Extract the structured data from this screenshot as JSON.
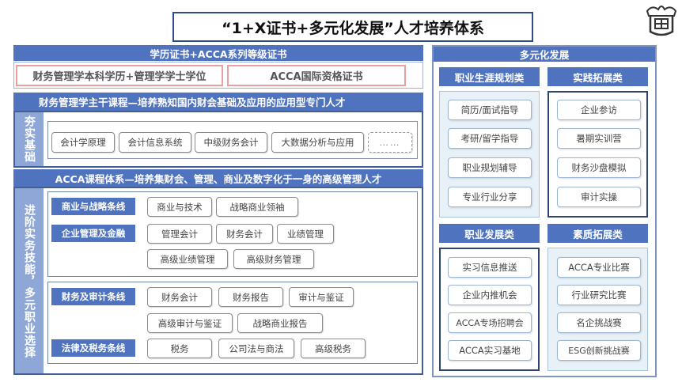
{
  "title": "“1+X证书+多元化发展”人才培养体系",
  "left": {
    "cert_bar": "学历证书+ACCA系列等级证书",
    "cert_items": [
      "财务管理学本科学历+管理学学士学位",
      "ACCA国际资格证书"
    ],
    "main_course_bar": "财务管理学主干课程—培养熟知国内财会基础及应用的应用型专门人才",
    "foundation_label": "夯实基础",
    "foundation_courses": [
      "会计学原理",
      "会计信息系统",
      "中级财务会计",
      "大数据分析与应用",
      "……"
    ],
    "acca_bar": "ACCA课程体系—培养集财会、管理、商业及数字化于一身的高级管理人才",
    "advanced_label": "进阶实务技能，多元职业选择",
    "tracks": [
      {
        "name": "商业与战略条线",
        "courses": [
          "商业与技术",
          "战略商业领袖"
        ]
      },
      {
        "name": "企业管理及金融",
        "courses": [
          "管理会计",
          "财务会计",
          "业绩管理",
          "高级业绩管理",
          "高级财务管理"
        ]
      },
      {
        "name": "财务及审计条线",
        "courses": [
          "财务会计",
          "财务报告",
          "审计与鉴证",
          "高级审计与鉴证",
          "战略商业报告"
        ]
      },
      {
        "name": "法律及税务条线",
        "courses": [
          "税务",
          "公司法与商法",
          "高级税务"
        ]
      }
    ]
  },
  "right": {
    "header": "多元化发展",
    "groups": [
      {
        "title": "职业生涯规划类",
        "items": [
          "简历/面试指导",
          "考研/留学指导",
          "职业规划辅导",
          "专业行业分享"
        ]
      },
      {
        "title": "实践拓展类",
        "items": [
          "企业参访",
          "暑期实训营",
          "财务沙盘模拟",
          "审计实操"
        ]
      },
      {
        "title": "职业发展类",
        "items": [
          "实习信息推送",
          "企业内推机会",
          "ACCA专场招聘会",
          "ACCA实习基地"
        ]
      },
      {
        "title": "素质拓展类",
        "items": [
          "ACCA专业比赛",
          "行业研究比赛",
          "名企挑战赛",
          "ESG创新挑战赛"
        ]
      }
    ]
  },
  "colors": {
    "accent": "#4f73bf",
    "dark_border": "#2f4472",
    "pink_border": "#e8a0a0",
    "light_bg": "#e8f1f7"
  },
  "icons": {
    "logo": "university-seal-icon"
  }
}
